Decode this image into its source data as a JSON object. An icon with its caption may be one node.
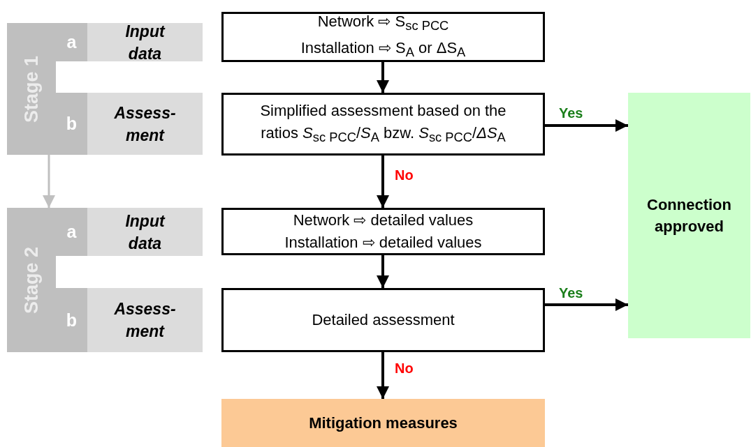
{
  "diagram": {
    "nodes": [
      {
        "text": [
          "Stage 1"
        ]
      },
      {
        "text": [
          "a"
        ],
        "in": 0
      },
      {
        "text": [
          "Input data"
        ]
      },
      {
        "text": [
          "b"
        ],
        "in": 0
      },
      {
        "text": [
          "Assess- ment"
        ]
      },
      {
        "text": [
          "Stage 2"
        ]
      },
      {
        "text": [
          "a"
        ],
        "in": 5
      },
      {
        "text": [
          "Input data"
        ]
      },
      {
        "text": [
          "b"
        ],
        "in": 5
      },
      {
        "text": [
          "Assess- ment"
        ]
      },
      {
        "text": [
          "Network ⇨ S$_{sc PCC}$ Installation ⇨ S$_{A}$ or ΔS$_{A}$"
        ]
      },
      {
        "text": [
          "Simplified assessment based on the ratios *S*$_{sc PCC}$/*S*$_{A}$ bzw. *S*$_{sc PCC}$/*ΔS*$_{A}$"
        ]
      },
      {
        "text": [
          "Network ⇨ detailed values Installation ⇨ detailed values"
        ]
      },
      {
        "text": [
          "Detailed assessment"
        ]
      },
      {
        "text": [
          "Connection approved"
        ]
      },
      {
        "text": [
          "Mitigation measures"
        ]
      }
    ],
    "edges": [
      {
        "from": 0,
        "to": 5,
        "arrow": "to",
        "color": "#c0c0c0"
      },
      {
        "from": 10,
        "to": 11,
        "arrow": "to"
      },
      {
        "from": 11,
        "to": 14,
        "arrow": "to",
        "label": "Yes"
      },
      {
        "from": 11,
        "to": 12,
        "arrow": "to",
        "label": "No"
      },
      {
        "from": 12,
        "to": 13,
        "arrow": "to"
      },
      {
        "from": 13,
        "to": 14,
        "arrow": "to",
        "label": "Yes"
      },
      {
        "from": 13,
        "to": 15,
        "arrow": "to",
        "label": "No"
      }
    ]
  }
}
